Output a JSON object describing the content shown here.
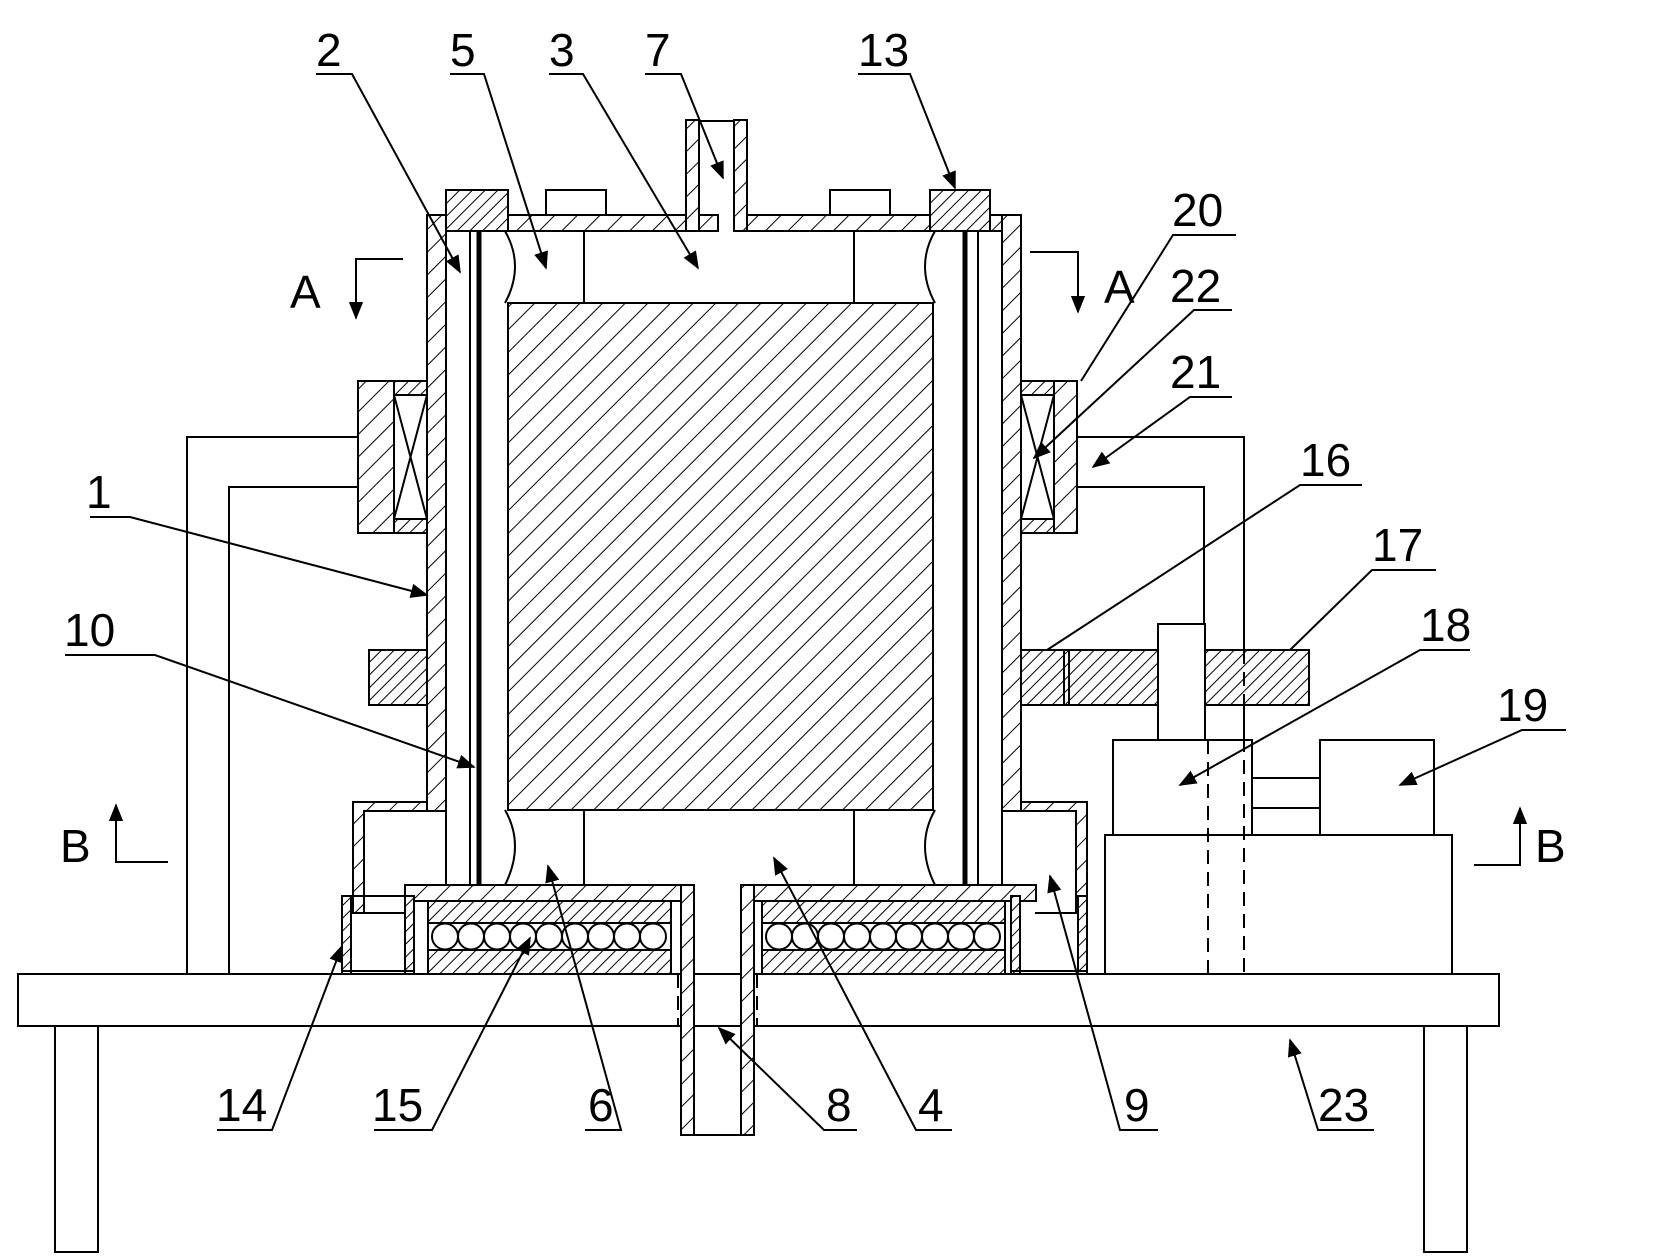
{
  "figure": {
    "part_labels": [
      "2",
      "5",
      "3",
      "7",
      "13",
      "20",
      "22",
      "21",
      "16",
      "17",
      "18",
      "19",
      "1",
      "10",
      "14",
      "15",
      "6",
      "8",
      "4",
      "9",
      "23"
    ],
    "section_labels": [
      "A",
      "A",
      "B",
      "B"
    ]
  }
}
